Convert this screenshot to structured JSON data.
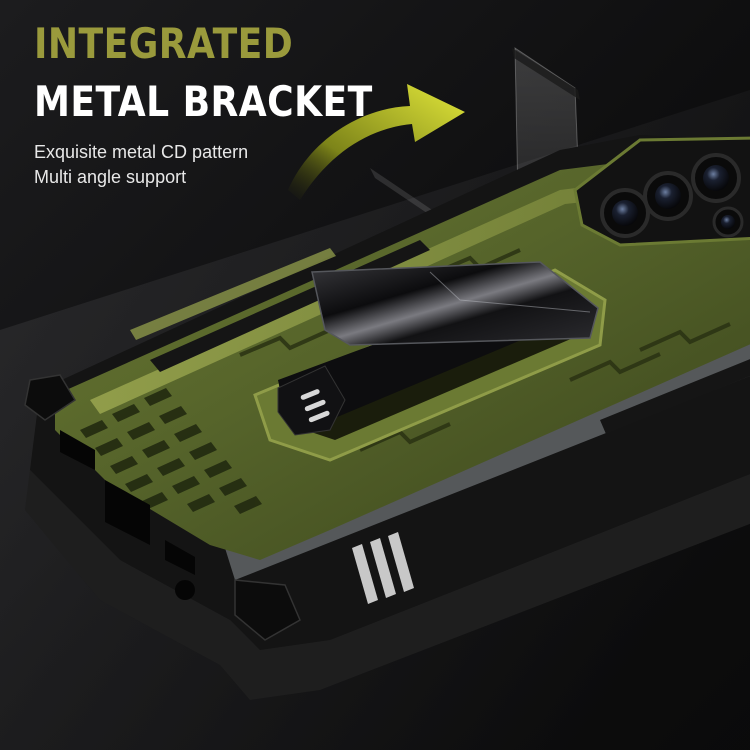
{
  "headline": {
    "line1": "INTEGRATED",
    "line2": "METAL BRACKET"
  },
  "features": [
    "Exquisite metal CD pattern",
    "Multi angle support"
  ],
  "colors": {
    "accent_text": "#9a9a3c",
    "case_green": "#4d5a22",
    "case_green_light": "#6b7a33",
    "bumper_black": "#141414",
    "arrow_yellow": "#c9cf2a",
    "background": "#0b0b0c"
  }
}
